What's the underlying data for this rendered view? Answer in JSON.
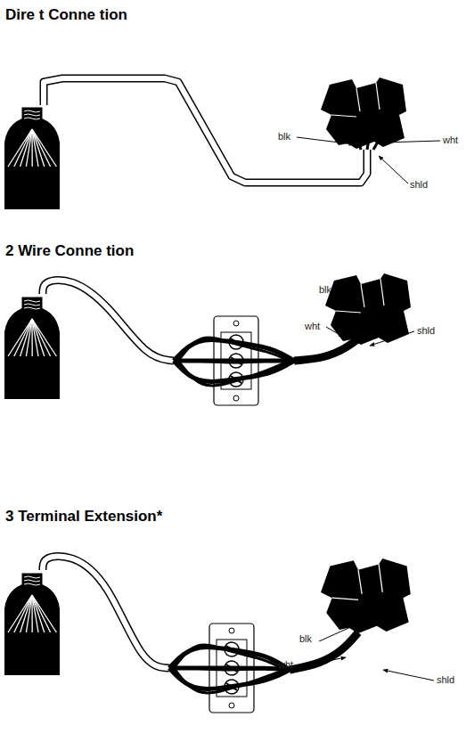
{
  "diagram": {
    "labels": [
      "Dire t Conne tion",
      "blk",
      "wht",
      "shld",
      "2 Wire Conne tion",
      "blk",
      "wht",
      "shld",
      "3 Terminal Extension*",
      "blk",
      "wht",
      "shld"
    ]
  }
}
